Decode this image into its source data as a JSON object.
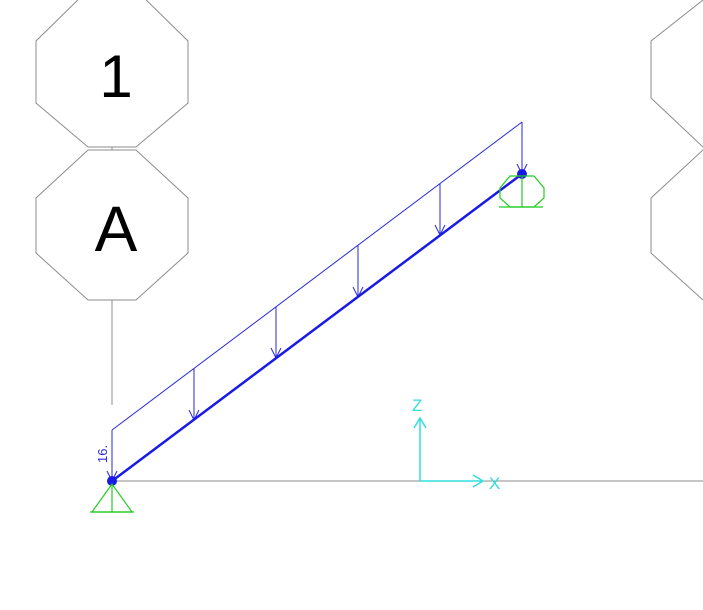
{
  "grid_bubbles": {
    "grid_1_label": "1",
    "grid_a_label": "A"
  },
  "load": {
    "magnitude_label": "16."
  },
  "axes": {
    "x_label": "X",
    "z_label": "Z"
  },
  "colors": {
    "background": "#ffffff",
    "grid_line": "#8c8c8c",
    "bubble_text": "#000000",
    "member": "#1a1ae6",
    "load": "#2a2ad6",
    "support": "#22cc22",
    "axis": "#33dddd"
  }
}
